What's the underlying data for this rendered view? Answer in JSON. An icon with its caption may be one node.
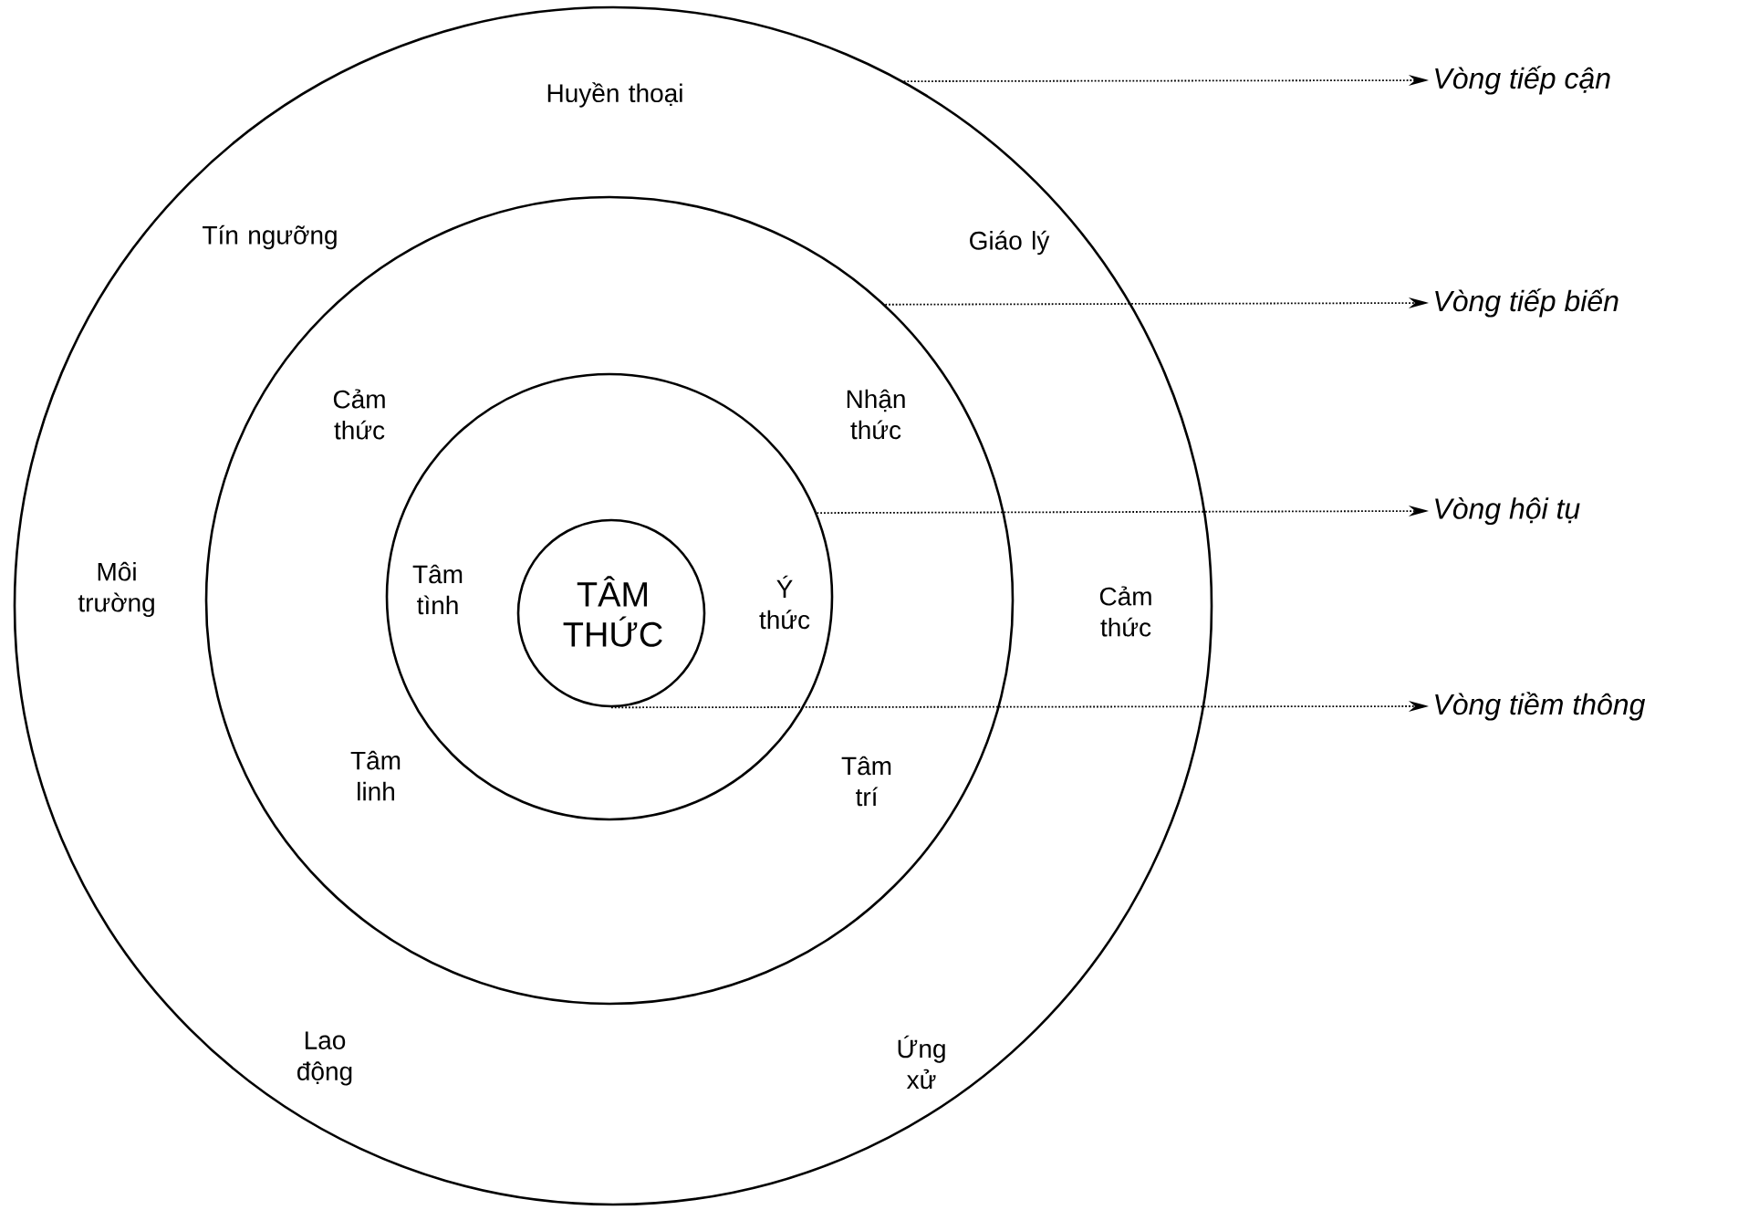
{
  "diagram": {
    "nodes": [
      {
        "text": [
          "Huyền thoại",
          "Tín ngưỡng",
          "Giáo lý",
          "Môi trường",
          "Cảm thức",
          "Lao động",
          "Ứng xử"
        ]
      },
      {
        "text": [
          "Cảm thức",
          "Nhận thức",
          "Tâm linh",
          "Tâm trí"
        ],
        "in": 0
      },
      {
        "text": [
          "Tâm tình",
          "Ý thức"
        ],
        "in": 1
      },
      {
        "text": [
          "TÂM THỨC"
        ],
        "in": 2
      },
      {
        "text": [
          "Vòng tiếp cận"
        ]
      },
      {
        "text": [
          "Vòng tiếp biến"
        ]
      },
      {
        "text": [
          "Vòng hội tụ"
        ]
      },
      {
        "text": [
          "Vòng tiềm thông"
        ]
      }
    ],
    "edges": [
      {
        "from": 0,
        "to": 4,
        "arrow": "to",
        "style": "dashed"
      },
      {
        "from": 1,
        "to": 5,
        "arrow": "to",
        "style": "dashed"
      },
      {
        "from": 2,
        "to": 6,
        "arrow": "to",
        "style": "dashed"
      },
      {
        "from": 3,
        "to": 7,
        "arrow": "to",
        "style": "dashed"
      }
    ]
  }
}
